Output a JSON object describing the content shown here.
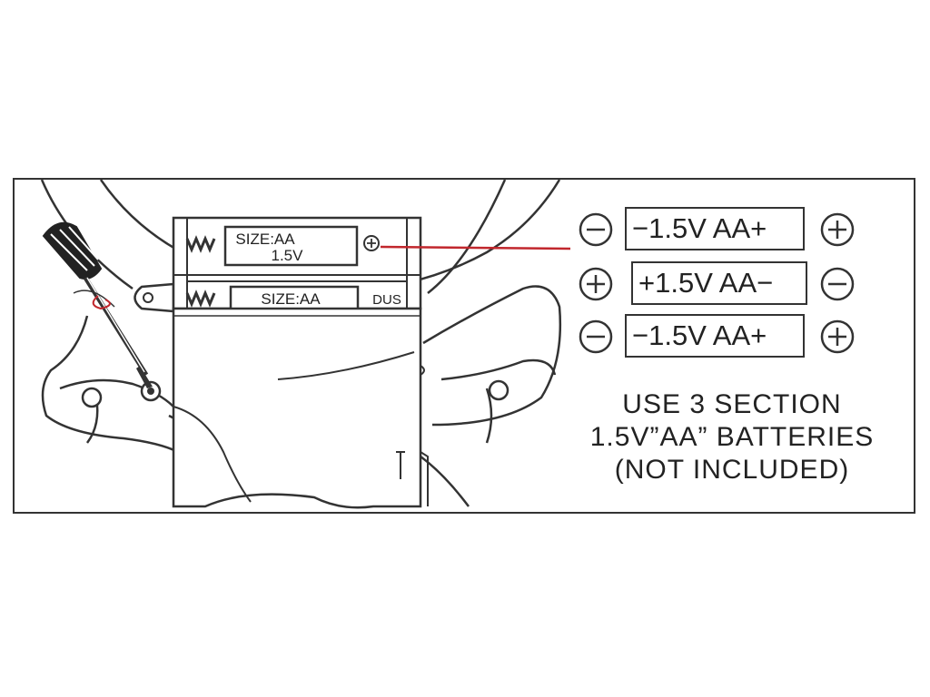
{
  "compartment": {
    "slot1_size": "SIZE:AA",
    "slot1_voltage": "1.5V",
    "slot2_size": "SIZE:AA",
    "slot2_partial": "DUS",
    "wire_color": "#c1272d"
  },
  "batteries": [
    {
      "left_pole": "minus",
      "label": "−1.5V AA+",
      "right_pole": "plus"
    },
    {
      "left_pole": "plus",
      "label": "+1.5V AA−",
      "right_pole": "minus"
    },
    {
      "left_pole": "minus",
      "label": "−1.5V AA+",
      "right_pole": "plus"
    }
  ],
  "note": {
    "line1": "USE 3 SECTION",
    "line2": "1.5V”AA” BATTERIES",
    "line3": "(NOT INCLUDED)"
  }
}
